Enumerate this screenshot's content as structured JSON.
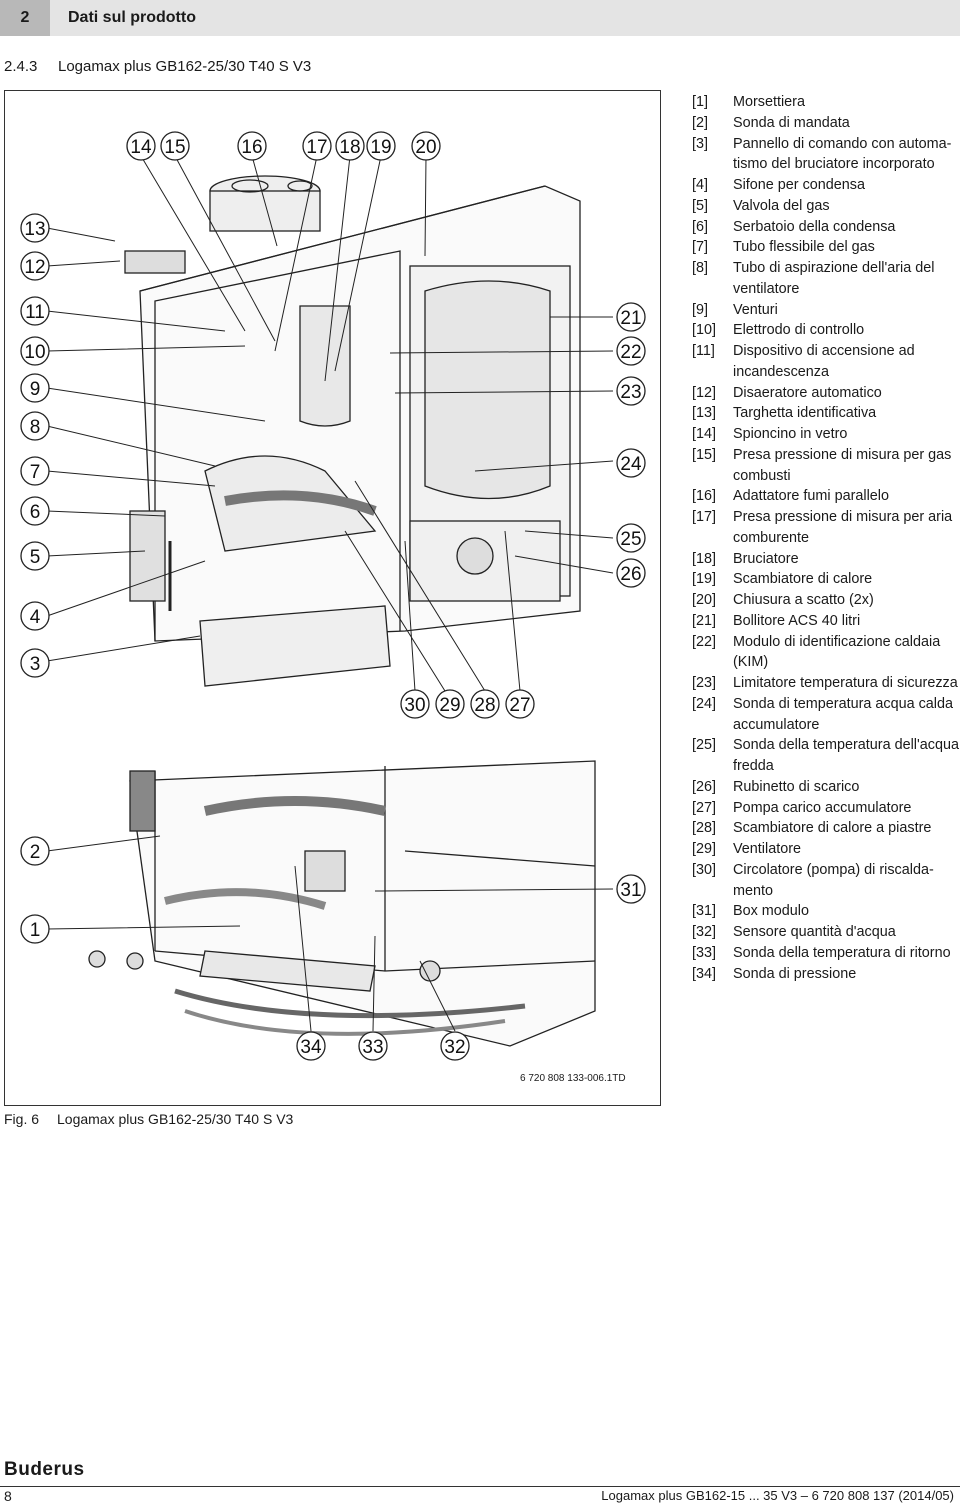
{
  "header": {
    "chapter_number": "2",
    "chapter_title": "Dati sul prodotto"
  },
  "section": {
    "number": "2.4.3",
    "title": "Logamax plus GB162-25/30 T40 S V3"
  },
  "figure": {
    "reference_code": "6 720 808 133-006.1TD",
    "callouts": [
      "14",
      "15",
      "16",
      "17",
      "18",
      "19",
      "20",
      "13",
      "12",
      "11",
      "10",
      "9",
      "8",
      "7",
      "6",
      "5",
      "4",
      "3",
      "2",
      "1",
      "21",
      "22",
      "23",
      "24",
      "25",
      "26",
      "30",
      "29",
      "28",
      "27",
      "31",
      "34",
      "33",
      "32"
    ]
  },
  "legend": [
    {
      "num": "[1]",
      "text": "Morsettiera"
    },
    {
      "num": "[2]",
      "text": "Sonda di mandata"
    },
    {
      "num": "[3]",
      "text": "Pannello di comando con automa-"
    },
    {
      "num": "",
      "text": "tismo del bruciatore incorporato"
    },
    {
      "num": "[4]",
      "text": "Sifone per condensa"
    },
    {
      "num": "[5]",
      "text": "Valvola del gas"
    },
    {
      "num": "[6]",
      "text": "Serbatoio della condensa"
    },
    {
      "num": "[7]",
      "text": "Tubo flessibile del gas"
    },
    {
      "num": "[8]",
      "text": "Tubo di aspirazione dell'aria del"
    },
    {
      "num": "",
      "text": "ventilatore"
    },
    {
      "num": "[9]",
      "text": "Venturi"
    },
    {
      "num": "[10]",
      "text": "Elettrodo di controllo"
    },
    {
      "num": "[11]",
      "text": "Dispositivo di accensione ad"
    },
    {
      "num": "",
      "text": "incandescenza"
    },
    {
      "num": "[12]",
      "text": "Disaeratore automatico"
    },
    {
      "num": "[13]",
      "text": "Targhetta identificativa"
    },
    {
      "num": "[14]",
      "text": "Spioncino in vetro"
    },
    {
      "num": "[15]",
      "text": "Presa pressione di misura per gas"
    },
    {
      "num": "",
      "text": "combusti"
    },
    {
      "num": "[16]",
      "text": "Adattatore fumi parallelo"
    },
    {
      "num": "[17]",
      "text": "Presa pressione di misura per aria"
    },
    {
      "num": "",
      "text": "comburente"
    },
    {
      "num": "[18]",
      "text": "Bruciatore"
    },
    {
      "num": "[19]",
      "text": "Scambiatore di calore"
    },
    {
      "num": "[20]",
      "text": "Chiusura a scatto (2x)"
    },
    {
      "num": "[21]",
      "text": "Bollitore ACS 40 litri"
    },
    {
      "num": "[22]",
      "text": "Modulo di identificazione caldaia"
    },
    {
      "num": "",
      "text": "(KIM)"
    },
    {
      "num": "[23]",
      "text": "Limitatore temperatura di sicurezza"
    },
    {
      "num": "[24]",
      "text": "Sonda di temperatura acqua calda"
    },
    {
      "num": "",
      "text": "accumulatore"
    },
    {
      "num": "[25]",
      "text": "Sonda della temperatura dell'acqua"
    },
    {
      "num": "",
      "text": "fredda"
    },
    {
      "num": "[26]",
      "text": "Rubinetto di scarico"
    },
    {
      "num": "[27]",
      "text": "Pompa carico accumulatore"
    },
    {
      "num": "[28]",
      "text": "Scambiatore di calore a piastre"
    },
    {
      "num": "[29]",
      "text": "Ventilatore"
    },
    {
      "num": "[30]",
      "text": "Circolatore (pompa) di riscalda-"
    },
    {
      "num": "",
      "text": "mento"
    },
    {
      "num": "[31]",
      "text": "Box modulo"
    },
    {
      "num": "[32]",
      "text": "Sensore quantità d'acqua"
    },
    {
      "num": "[33]",
      "text": "Sonda della temperatura di ritorno"
    },
    {
      "num": "[34]",
      "text": "Sonda di pressione"
    }
  ],
  "caption": {
    "label": "Fig. 6",
    "text": "Logamax plus GB162-25/30 T40 S V3"
  },
  "footer": {
    "brand": "Buderus",
    "page_number": "8",
    "document": "Logamax plus GB162-15 ... 35 V3 – 6 720 808 137 (2014/05)"
  }
}
